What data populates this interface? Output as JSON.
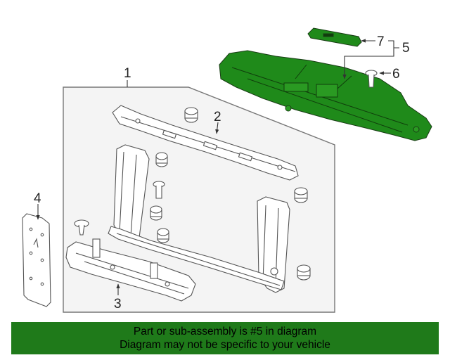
{
  "diagram": {
    "callouts": {
      "c1": "1",
      "c2": "2",
      "c3": "3",
      "c4": "4",
      "c5": "5",
      "c6": "6",
      "c7": "7"
    },
    "highlight_color": "#1f8a1a",
    "frame_color": "#555555"
  },
  "banner": {
    "line1": "Part or sub-assembly is #5 in diagram",
    "line2": "Diagram may not be specific to your vehicle",
    "background": "#1f7a1a"
  }
}
